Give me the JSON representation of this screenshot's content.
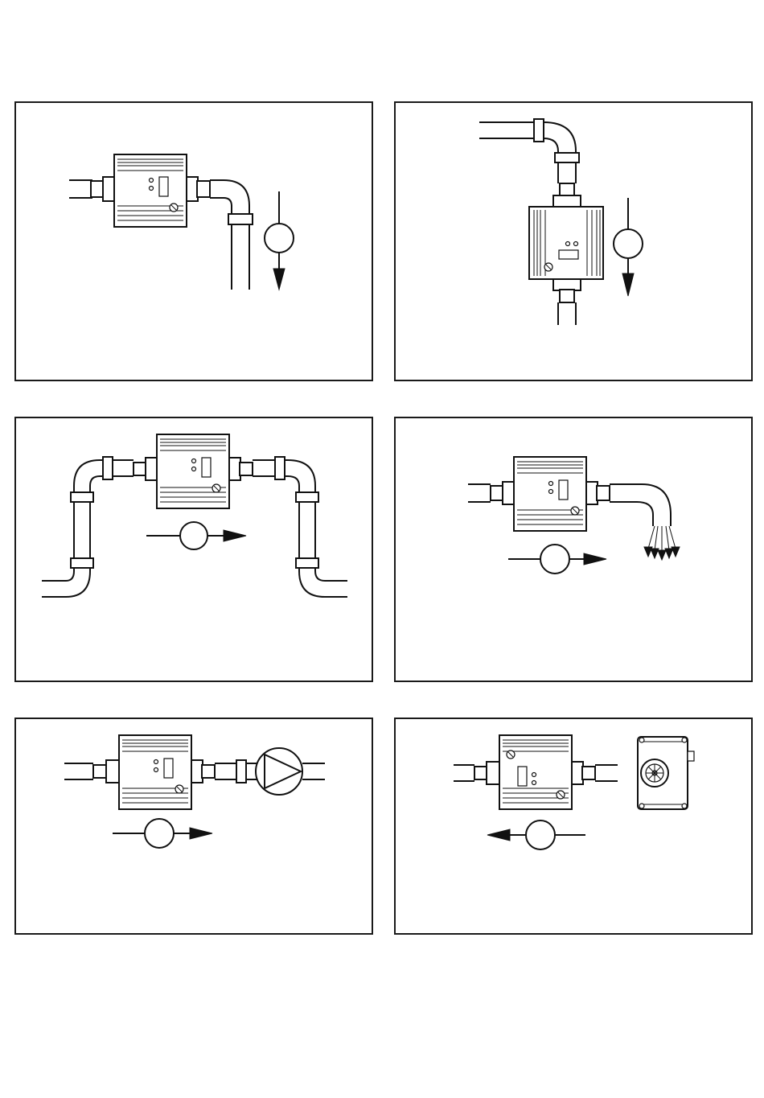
{
  "page": {
    "title": ""
  },
  "panels": [
    {
      "id": "panel-1",
      "description_visible": ""
    },
    {
      "id": "panel-2",
      "description_visible": ""
    },
    {
      "id": "panel-3",
      "description_visible": ""
    },
    {
      "id": "panel-4",
      "description_visible": ""
    },
    {
      "id": "panel-5",
      "description_visible": ""
    },
    {
      "id": "panel-6",
      "description_visible": ""
    }
  ],
  "colors": {
    "line": "#111111",
    "background": "#ffffff"
  },
  "icons": [
    "flow-sensor-icon",
    "pipe-elbow-icon",
    "flow-direction-arrow-icon",
    "pump-icon",
    "valve-icon",
    "open-pipe-outlet-icon"
  ]
}
